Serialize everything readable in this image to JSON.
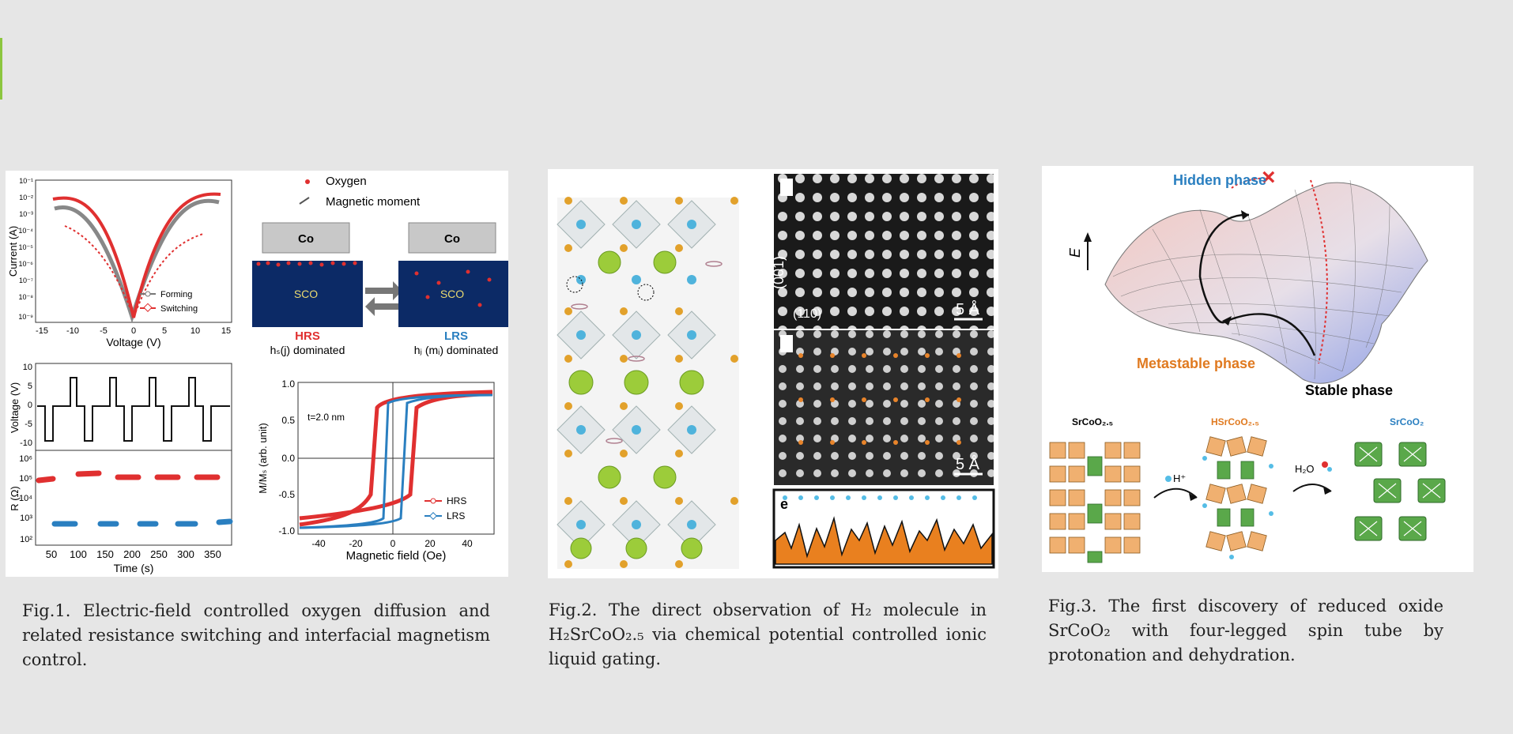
{
  "figures": [
    {
      "caption": "Fig.1. Electric-field controlled oxygen diffusion and related resistance switching and interfacial magnetism control.",
      "iv_panel": {
        "ylabel": "Current (A)",
        "xlabel": "Voltage (V)",
        "yticks": [
          "10⁻¹",
          "10⁻²",
          "10⁻³",
          "10⁻⁴",
          "10⁻⁵",
          "10⁻⁶",
          "10⁻⁷",
          "10⁻⁸",
          "10⁻⁹"
        ],
        "xticks": [
          "-15",
          "-10",
          "-5",
          "0",
          "5",
          "10",
          "15"
        ],
        "legend": [
          "Forming",
          "Switching"
        ]
      },
      "pulse_panel": {
        "v_label": "Voltage (V)",
        "r_label": "R (Ω)",
        "xlabel": "Time (s)",
        "v_ticks": [
          "10",
          "5",
          "0",
          "-5",
          "-10"
        ],
        "r_ticks": [
          "10⁶",
          "10⁵",
          "10⁴",
          "10³",
          "10²"
        ],
        "xticks": [
          "50",
          "100",
          "150",
          "200",
          "250",
          "300",
          "350"
        ]
      },
      "schematic": {
        "legend_oxygen": "Oxygen",
        "legend_moment": "Magnetic moment",
        "left_top": "Co",
        "left_bottom": "SCO",
        "left_state": "HRS",
        "left_desc": "hₛ(j) dominated",
        "right_top": "Co",
        "right_bottom": "SCO",
        "right_state": "LRS",
        "right_desc": "hⱼ (mᵢ) dominated",
        "hrs_color": "#e03030",
        "lrs_color": "#2a7fc0",
        "sco_color": "#0c2a66"
      },
      "hysteresis": {
        "ylabel": "M/Mₛ (arb. unit)",
        "xlabel": "Magnetic field (Oe)",
        "annotation": "t=2.0 nm",
        "yticks": [
          "1.0",
          "0.5",
          "0.0",
          "-0.5",
          "-1.0"
        ],
        "xticks": [
          "-40",
          "-20",
          "0",
          "20",
          "40"
        ],
        "legend": [
          "HRS",
          "LRS"
        ]
      }
    },
    {
      "caption": "Fig.2. The direct observation of H₂ molecule in H₂SrCoO₂.₅ via chemical potential controlled ionic liquid gating.",
      "axis_001": "(001)",
      "axis_110": "(110)",
      "scale": "5 Å",
      "scale2": "5 Å",
      "panel_e": "e"
    },
    {
      "caption": "Fig.3. The first discovery of reduced oxide SrCoO₂ with four-legged spin tube by protonation and dehydration.",
      "hidden_phase": "Hidden phase",
      "metastable_phase": "Metastable phase",
      "stable_phase": "Stable phase",
      "energy_label": "E",
      "structures": [
        "SrCoO₂.₅",
        "HSrCoO₂.₅",
        "SrCoO₂"
      ],
      "step1": "H⁺",
      "step2": "H₂O"
    }
  ]
}
